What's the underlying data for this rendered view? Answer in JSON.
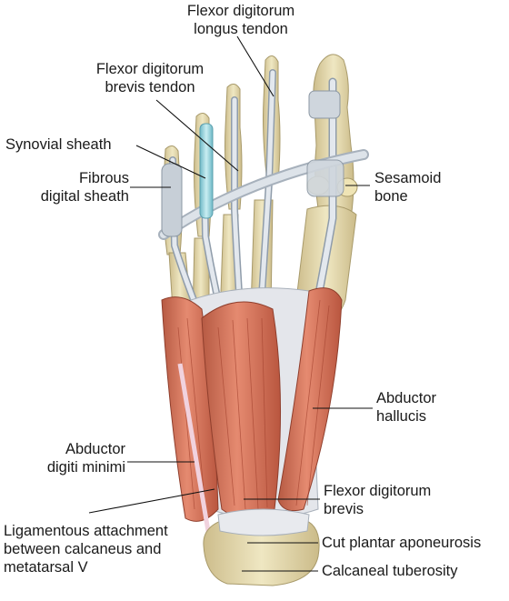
{
  "labels": {
    "flexor_digitorum_longus_tendon": [
      "Flexor digitorum",
      "longus tendon"
    ],
    "flexor_digitorum_brevis_tendon": [
      "Flexor digitorum",
      "brevis tendon"
    ],
    "synovial_sheath": [
      "Synovial sheath"
    ],
    "fibrous_digital_sheath": [
      "Fibrous",
      "digital sheath"
    ],
    "sesamoid_bone": [
      "Sesamoid",
      "bone"
    ],
    "abductor_hallucis": [
      "Abductor",
      "hallucis"
    ],
    "abductor_digiti_minimi": [
      "Abductor",
      "digiti minimi"
    ],
    "flexor_digitorum_brevis": [
      "Flexor digitorum",
      "brevis"
    ],
    "ligamentous_attachment": [
      "Ligamentous attachment",
      "between calcaneus and",
      "metatarsal V"
    ],
    "cut_plantar_aponeurosis": [
      "Cut plantar aponeurosis"
    ],
    "calcaneal_tuberosity": [
      "Calcaneal tuberosity"
    ]
  },
  "colors": {
    "bone": "#e9dfb4",
    "bone_shadow": "#c8b98a",
    "tendon": "#d3dae2",
    "tendon_shadow": "#9aa6b2",
    "sheath": "#9fd3dc",
    "muscle": "#d8745c",
    "muscle_dark": "#b4533e",
    "ligament": "#e6e6ea"
  }
}
